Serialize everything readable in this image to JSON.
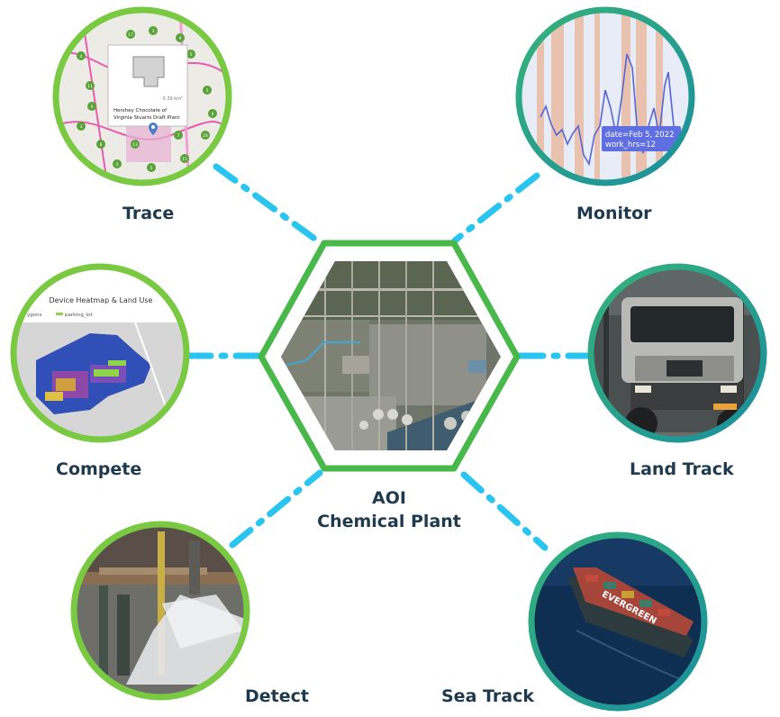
{
  "center": {
    "title": "AOI",
    "subtitle": "Chemical Plant"
  },
  "nodes": {
    "trace": {
      "label": "Trace",
      "card_area": "0.39 km²",
      "card_name_line1": "Hershey Chocolate of",
      "card_name_line2": "Virginia Stuarts Draft Plant",
      "cluster_counts": [
        "4",
        "17",
        "3",
        "9",
        "5",
        "11",
        "2",
        "6",
        "24",
        "7",
        "13",
        "8",
        "3",
        "15",
        "2",
        "5",
        "10",
        "4"
      ]
    },
    "monitor": {
      "label": "Monitor",
      "tooltip_line1": "date=Feb 5, 2022",
      "tooltip_line2": "work_hrs=12"
    },
    "compete": {
      "label": "Compete",
      "chart_title": "Device Heatmap & Land Use",
      "legend_left": "ygons",
      "legend_right": "parking_lot"
    },
    "land_track": {
      "label": "Land Track"
    },
    "detect": {
      "label": "Detect"
    },
    "sea_track": {
      "label": "Sea Track",
      "ship_name": "EVERGREEN"
    }
  },
  "colors": {
    "green": "#7ac943",
    "teal": "#1b9aa0",
    "hex_border": "#49b84a",
    "connector": "#29c4ef",
    "label": "#1f3a4d"
  },
  "icons": {
    "map_pin": "map-pin-icon"
  }
}
